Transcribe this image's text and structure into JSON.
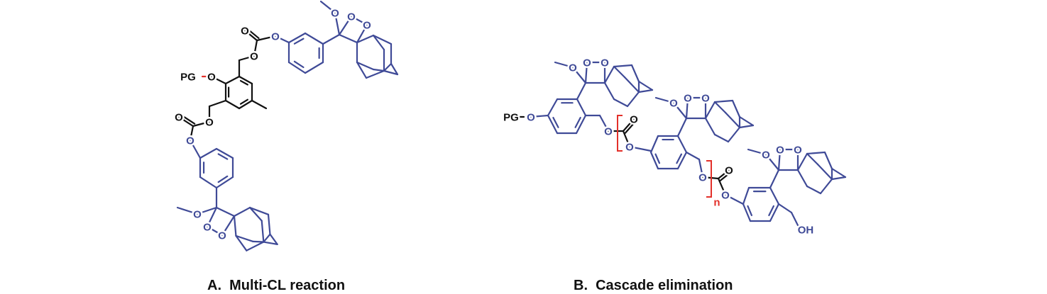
{
  "atoms": {
    "O": "O",
    "PG": "PG",
    "OH": "OH",
    "n": "n"
  },
  "captions": {
    "a": "A.  Multi-CL reaction",
    "b": "B.  Cascade elimination"
  },
  "colors": {
    "blue": "#3f4a97",
    "black": "#111111",
    "red": "#e3302a"
  }
}
